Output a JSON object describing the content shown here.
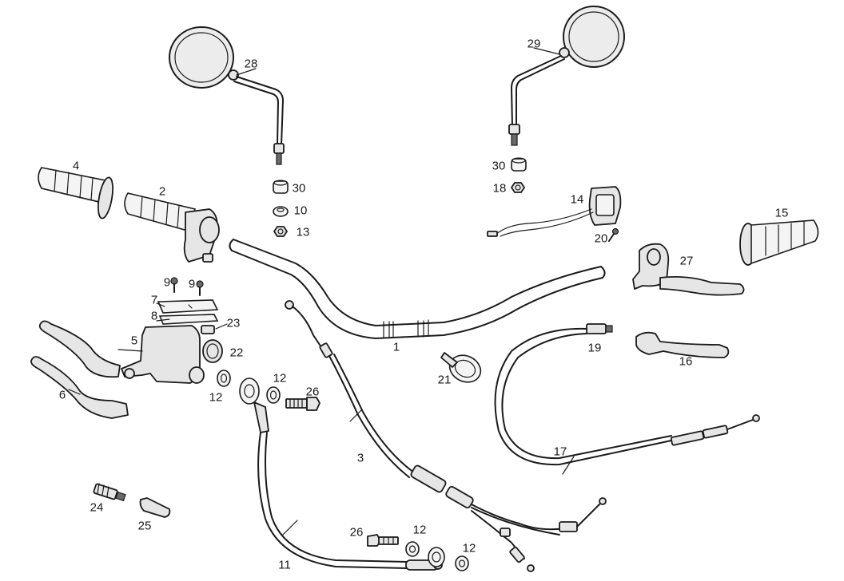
{
  "diagram": {
    "callouts": [
      {
        "id": "c1",
        "label": "1"
      },
      {
        "id": "c2",
        "label": "2"
      },
      {
        "id": "c3",
        "label": "3"
      },
      {
        "id": "c4",
        "label": "4"
      },
      {
        "id": "c5",
        "label": "5"
      },
      {
        "id": "c6",
        "label": "6"
      },
      {
        "id": "c7",
        "label": "7"
      },
      {
        "id": "c8",
        "label": "8"
      },
      {
        "id": "c9a",
        "label": "9"
      },
      {
        "id": "c9b",
        "label": "9"
      },
      {
        "id": "c10",
        "label": "10"
      },
      {
        "id": "c11",
        "label": "11"
      },
      {
        "id": "c12a",
        "label": "12"
      },
      {
        "id": "c12b",
        "label": "12"
      },
      {
        "id": "c12c",
        "label": "12"
      },
      {
        "id": "c12d",
        "label": "12"
      },
      {
        "id": "c13",
        "label": "13"
      },
      {
        "id": "c14",
        "label": "14"
      },
      {
        "id": "c15",
        "label": "15"
      },
      {
        "id": "c16",
        "label": "16"
      },
      {
        "id": "c17",
        "label": "17"
      },
      {
        "id": "c18",
        "label": "18"
      },
      {
        "id": "c19",
        "label": "19"
      },
      {
        "id": "c20",
        "label": "20"
      },
      {
        "id": "c21",
        "label": "21"
      },
      {
        "id": "c22",
        "label": "22"
      },
      {
        "id": "c23",
        "label": "23"
      },
      {
        "id": "c24",
        "label": "24"
      },
      {
        "id": "c25",
        "label": "25"
      },
      {
        "id": "c26a",
        "label": "26"
      },
      {
        "id": "c26b",
        "label": "26"
      },
      {
        "id": "c27",
        "label": "27"
      },
      {
        "id": "c28",
        "label": "28"
      },
      {
        "id": "c29",
        "label": "29"
      },
      {
        "id": "c30a",
        "label": "30"
      },
      {
        "id": "c30b",
        "label": "30"
      }
    ]
  }
}
